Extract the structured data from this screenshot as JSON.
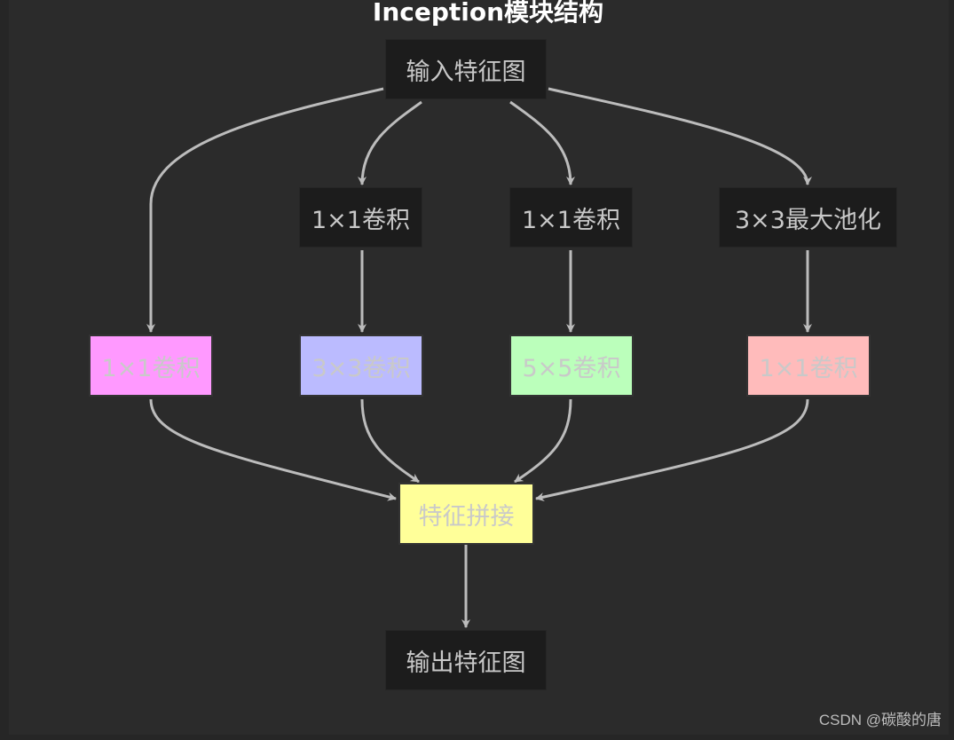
{
  "diagram": {
    "title": "Inception模块结构",
    "nodes": {
      "input": "输入特征图",
      "conv1x1_b": "1×1卷积",
      "conv1x1_c": "1×1卷积",
      "pool3x3": "3×3最大池化",
      "conv1x1_a": "1×1卷积",
      "conv3x3": "3×3卷积",
      "conv5x5": "5×5卷积",
      "conv1x1_d": "1×1卷积",
      "concat": "特征拼接",
      "output": "输出特征图"
    },
    "colors": {
      "conv1x1_a": "#ff99ff",
      "conv3x3": "#bbbbff",
      "conv5x5": "#bbffbb",
      "conv1x1_d": "#ffbbbb",
      "concat": "#ffff99",
      "edge": "#bcbcbc"
    }
  },
  "watermark": "CSDN @碳酸的唐"
}
